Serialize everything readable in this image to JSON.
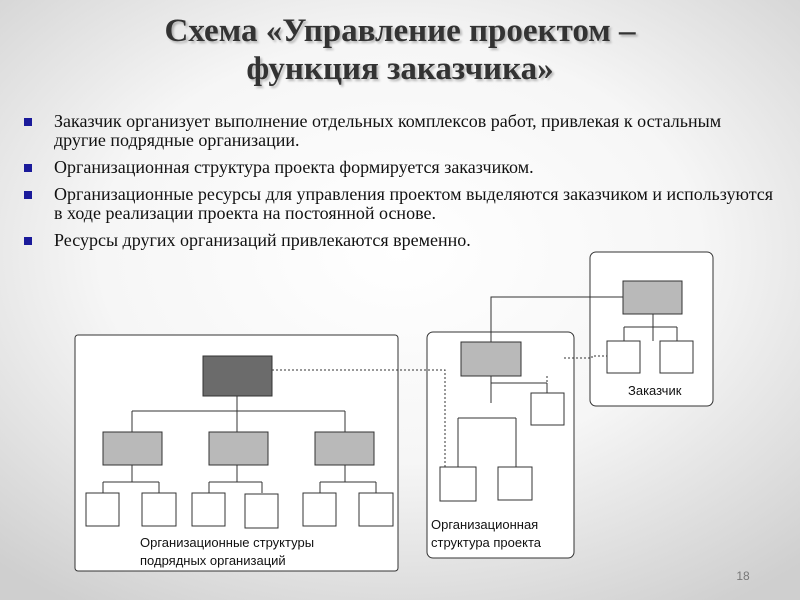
{
  "slide": {
    "title_line1": "Схема «Управление проектом –",
    "title_line2": "функция заказчика»",
    "bullets": [
      "Заказчик организует выполнение отдельных комплексов работ, привлекая к остальным другие подрядные организации.",
      "Организационная структура проекта формируется заказчиком.",
      "Организационные ресурсы для управления проектом выделяются заказчиком и используются в ходе реализации проекта на постоянной основе.",
      "Ресурсы других организаций привлекаются временно."
    ],
    "page_number": "18"
  },
  "diagram": {
    "customer_label": "Заказчик",
    "project_label_line1": "Организационная",
    "project_label_line2": "структура проекта",
    "contractors_label_line1": "Организационные структуры",
    "contractors_label_line2": "подрядных организаций",
    "colors": {
      "dark_box": "#6b6b6b",
      "medium_box": "#b9b9b9",
      "white_box": "#ffffff",
      "line": "#333333"
    }
  }
}
